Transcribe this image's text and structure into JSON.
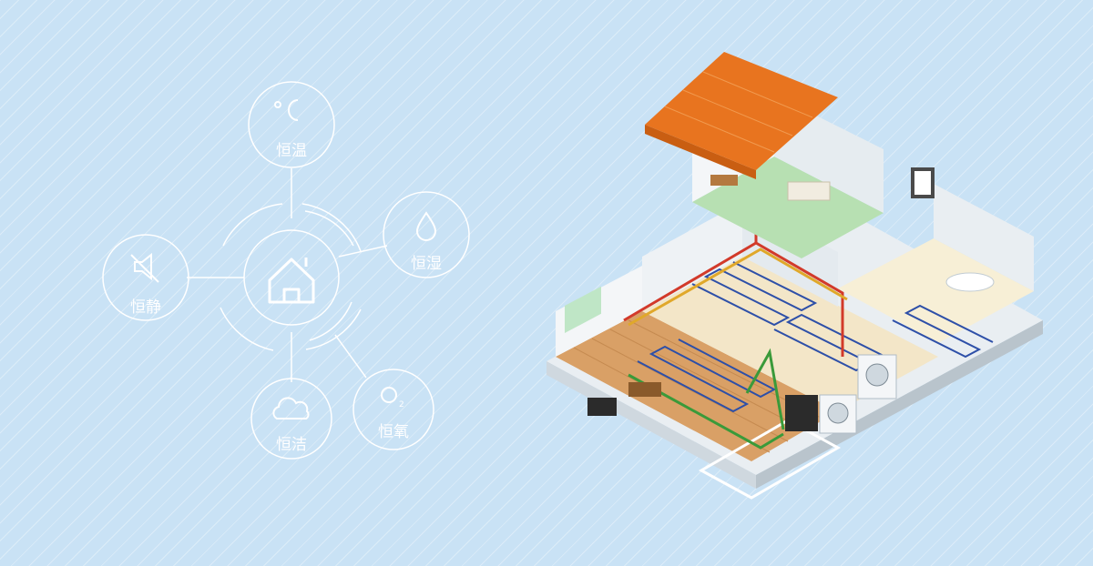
{
  "diagram": {
    "hub": {
      "icon": "house-icon"
    },
    "nodes": [
      {
        "id": "temp",
        "label": "恒温",
        "icon": "celsius-icon"
      },
      {
        "id": "humidity",
        "label": "恒湿",
        "icon": "water-drop-icon"
      },
      {
        "id": "quiet",
        "label": "恒静",
        "icon": "muted-speaker-icon"
      },
      {
        "id": "clean",
        "label": "恒洁",
        "icon": "cloud-icon"
      },
      {
        "id": "oxygen",
        "label": "恒氧",
        "icon": "oxygen-icon"
      }
    ]
  },
  "illustration": {
    "subject": "isometric-house-cutaway-icon"
  },
  "colors": {
    "background": "#c9e2f5",
    "line": "#ffffff",
    "roof": "#e8741f",
    "pipe_red": "#d23a2a",
    "pipe_green": "#3a9a3a",
    "floor_coil": "#2d4fa8",
    "wood_floor": "#d9a066",
    "green_floor": "#b7e0b2"
  }
}
